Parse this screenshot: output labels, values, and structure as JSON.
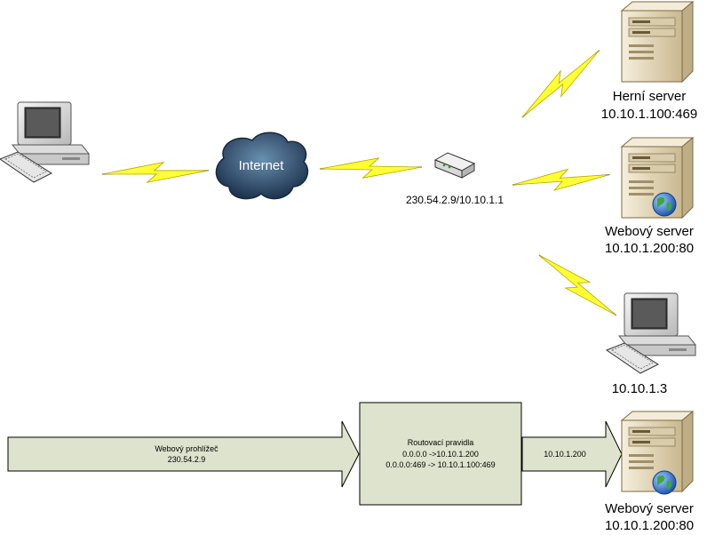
{
  "network": {
    "internet_label": "Internet",
    "router_label": "230.54.2.9/10.10.1.1",
    "game_server": {
      "name": "Herní server",
      "address": "10.10.1.100:469"
    },
    "web_server": {
      "name": "Webový server",
      "address": "10.10.1.200:80"
    },
    "host": {
      "address": "10.10.1.3"
    }
  },
  "flow": {
    "browser": {
      "title": "Webový prohlížeč",
      "ip": "230.54.2.9"
    },
    "rules": {
      "title": "Routovací pravidla",
      "rule1": "0.0.0.0 ->10.10.1.200",
      "rule2": "0.0.0.0:469 -> 10.10.1.100:469"
    },
    "forward_label": "10.10.1.200",
    "target_server": {
      "name": "Webový server",
      "address": "10.10.1.200:80"
    }
  },
  "colors": {
    "bolt": "#ffff33",
    "bolt_edge": "#1f3a8a",
    "cloud": "#2f4f6f",
    "process_fill": "#dde3cc",
    "server_body": "#ebe0c6"
  }
}
